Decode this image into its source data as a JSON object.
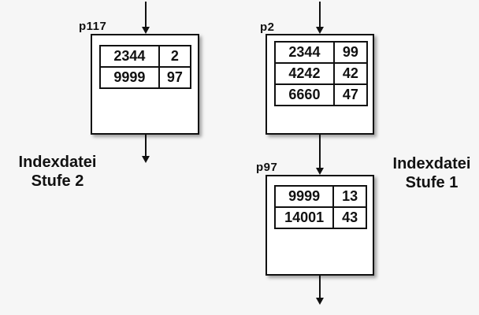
{
  "diagram": {
    "background_color": "#f6f6f6",
    "box_fill_color": "#ffffff",
    "line_color": "#111111"
  },
  "nodes": [
    {
      "id": "p117",
      "label": "p117",
      "rows": [
        [
          "2344",
          "2"
        ],
        [
          "9999",
          "97"
        ]
      ]
    },
    {
      "id": "p2",
      "label": "p2",
      "rows": [
        [
          "2344",
          "99"
        ],
        [
          "4242",
          "42"
        ],
        [
          "6660",
          "47"
        ]
      ]
    },
    {
      "id": "p97",
      "label": "p97",
      "rows": [
        [
          "9999",
          "13"
        ],
        [
          "14001",
          "43"
        ]
      ]
    }
  ],
  "captions": {
    "level2": {
      "line1": "Indexdatei",
      "line2": "Stufe 2"
    },
    "level1": {
      "line1": "Indexdatei",
      "line2": "Stufe 1"
    }
  }
}
